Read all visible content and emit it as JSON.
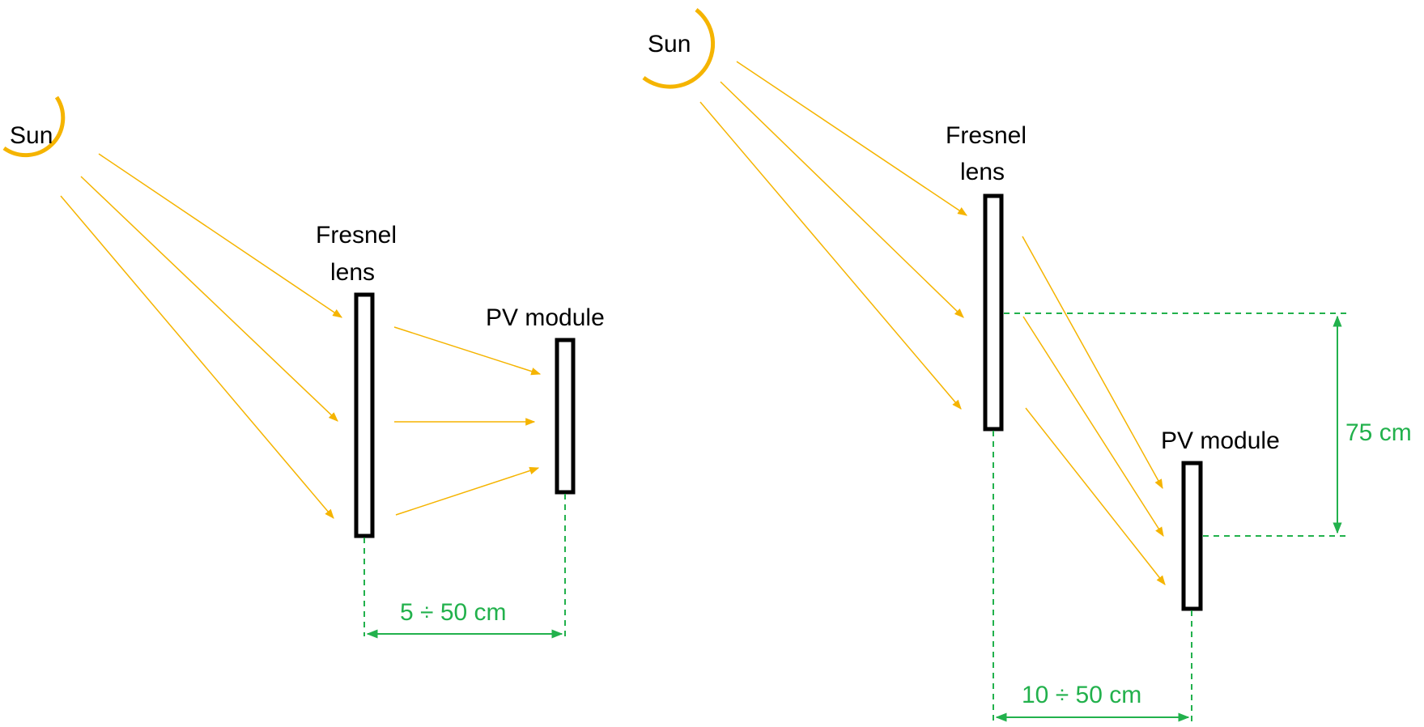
{
  "colors": {
    "sun": "#F5B400",
    "ray": "#F5B400",
    "dimension": "#22B14C",
    "outline": "#000000"
  },
  "left_setup": {
    "sun_label": "Sun",
    "lens_label_line1": "Fresnel",
    "lens_label_line2": "lens",
    "module_label": "PV module",
    "distance_label": "5 ÷ 50 cm"
  },
  "right_setup": {
    "sun_label": "Sun",
    "lens_label_line1": "Fresnel",
    "lens_label_line2": "lens",
    "module_label": "PV module",
    "distance_label": "10 ÷ 50 cm",
    "height_label": "75 cm"
  }
}
